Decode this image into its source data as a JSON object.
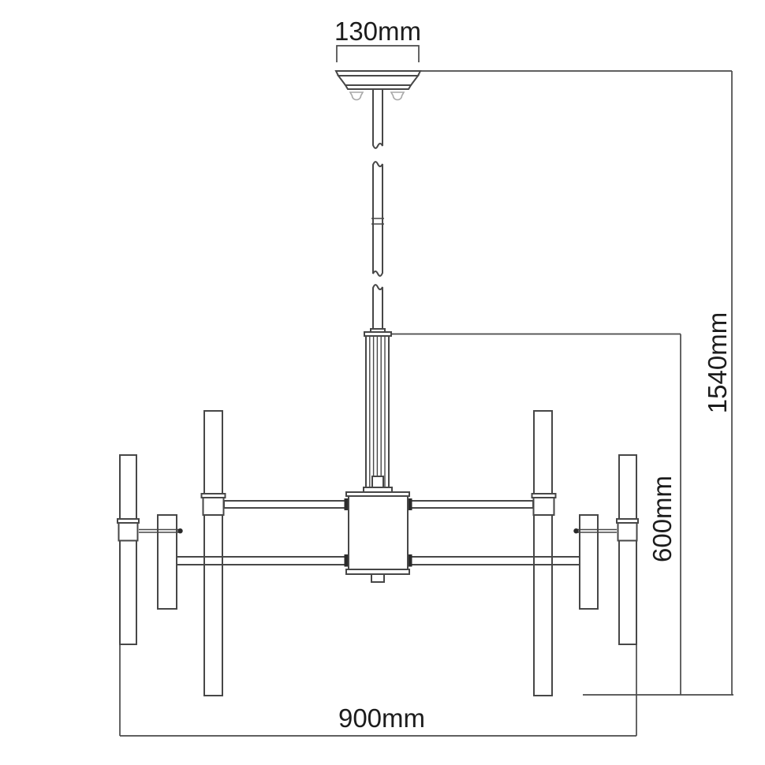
{
  "diagram": {
    "kind": "technical dimension drawing",
    "subject": "tube chandelier front elevation",
    "background_color": "#ffffff",
    "line_color": "#4a4a4a",
    "text_color": "#1c1c1c",
    "dimensions": {
      "canopy_width": {
        "label": "130mm"
      },
      "overall_height": {
        "label": "1540mm"
      },
      "fixture_height": {
        "label": "600mm"
      },
      "fixture_width": {
        "label": "900mm"
      }
    }
  }
}
